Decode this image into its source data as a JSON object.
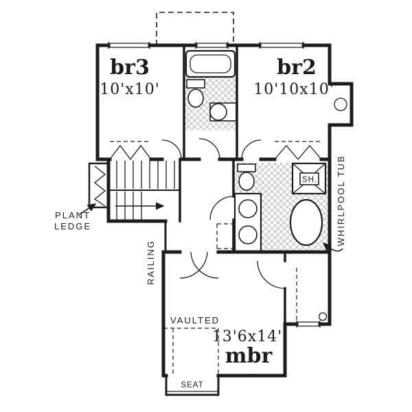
{
  "plan": {
    "rooms": {
      "br3": {
        "name": "br3",
        "dims": "10'x10'"
      },
      "br2": {
        "name": "br2",
        "dims": "10'10x10'"
      },
      "mbr": {
        "name": "mbr",
        "dims": "13'6x14'"
      }
    },
    "labels": {
      "vaulted": "VAULTED",
      "plant_line1": "PLANT",
      "plant_line2": "LEDGE",
      "railing": "RAILING",
      "shower": "SH.",
      "whirlpool": "WHIRLPOOL TUB",
      "seat": "SEAT"
    },
    "colors": {
      "ink": "#1c1c1c",
      "paper": "#ffffff",
      "hatch": "#8c8c8c"
    }
  }
}
